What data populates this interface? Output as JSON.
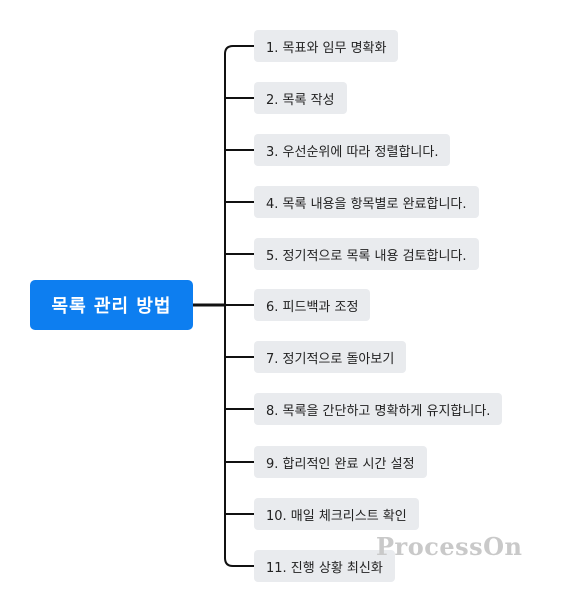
{
  "mindmap": {
    "root": "목록 관리 방법",
    "children": [
      "1. 목표와 임무 명확화",
      "2. 목록 작성",
      "3. 우선순위에 따라 정렬합니다.",
      "4. 목록 내용을 항목별로 완료합니다.",
      "5. 정기적으로 목록 내용 검토합니다.",
      "6. 피드백과 조정",
      "7. 정기적으로 돌아보기",
      "8. 목록을 간단하고 명확하게 유지합니다.",
      "9. 합리적인 완료 시간 설정",
      "10. 매일 체크리스트 확인",
      "11. 진행 상황 최신화"
    ]
  },
  "watermark": "ProcessOn",
  "colors": {
    "root_fill": "#0d7ef0",
    "child_fill": "#e9ebee",
    "connector": "#111111"
  }
}
